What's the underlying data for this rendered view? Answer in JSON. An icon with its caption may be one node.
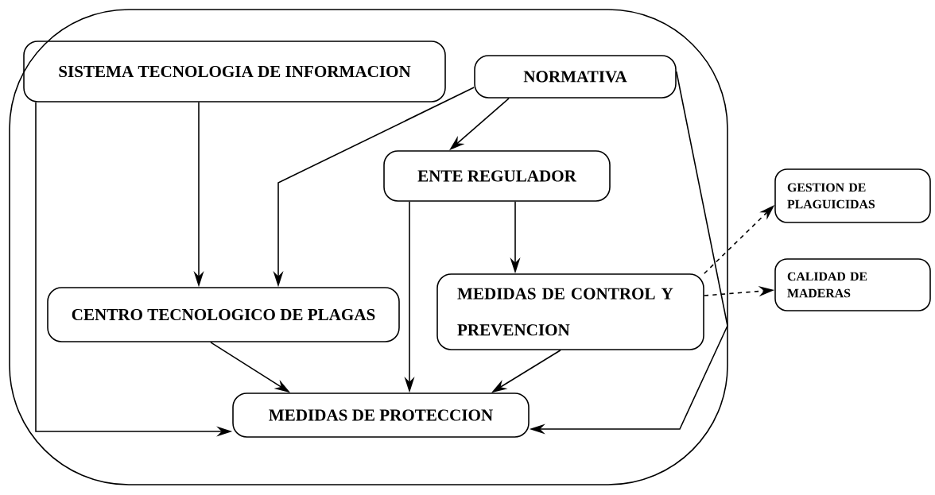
{
  "diagram": {
    "nodes": [
      {
        "text": [],
        "shape": "box"
      },
      {
        "text": [
          "SISTEMA TECNOLOGIA DE INFORMACION"
        ],
        "in": 0
      },
      {
        "text": [
          "NORMATIVA"
        ],
        "in": 0
      },
      {
        "text": [
          "ENTE REGULADOR"
        ],
        "in": 0
      },
      {
        "text": [
          "CENTRO TECNOLOGICO DE PLAGAS"
        ],
        "in": 0
      },
      {
        "text": [
          "MEDIDAS DE CONTROL Y PREVENCION"
        ],
        "in": 0
      },
      {
        "text": [
          "MEDIDAS DE PROTECCION"
        ],
        "in": 0
      },
      {
        "text": [
          "GESTION DE PLAGUICIDAS"
        ]
      },
      {
        "text": [
          "CALIDAD DE MADERAS"
        ]
      }
    ],
    "edges": [
      {
        "from": 1,
        "to": 4,
        "arrow": "to"
      },
      {
        "from": 1,
        "to": 6,
        "arrow": "to"
      },
      {
        "from": 2,
        "to": 4,
        "arrow": "to"
      },
      {
        "from": 2,
        "to": 3,
        "arrow": "to"
      },
      {
        "from": 3,
        "to": 6,
        "arrow": "to"
      },
      {
        "from": 3,
        "to": 5,
        "arrow": "to"
      },
      {
        "from": 4,
        "to": 6,
        "arrow": "to"
      },
      {
        "from": 5,
        "to": 6,
        "arrow": "to"
      },
      {
        "from": 2,
        "to": 6,
        "arrow": "to"
      },
      {
        "from": 5,
        "to": 7,
        "arrow": "to",
        "style": "dashed"
      },
      {
        "from": 5,
        "to": 8,
        "arrow": "to",
        "style": "dashed"
      }
    ]
  }
}
